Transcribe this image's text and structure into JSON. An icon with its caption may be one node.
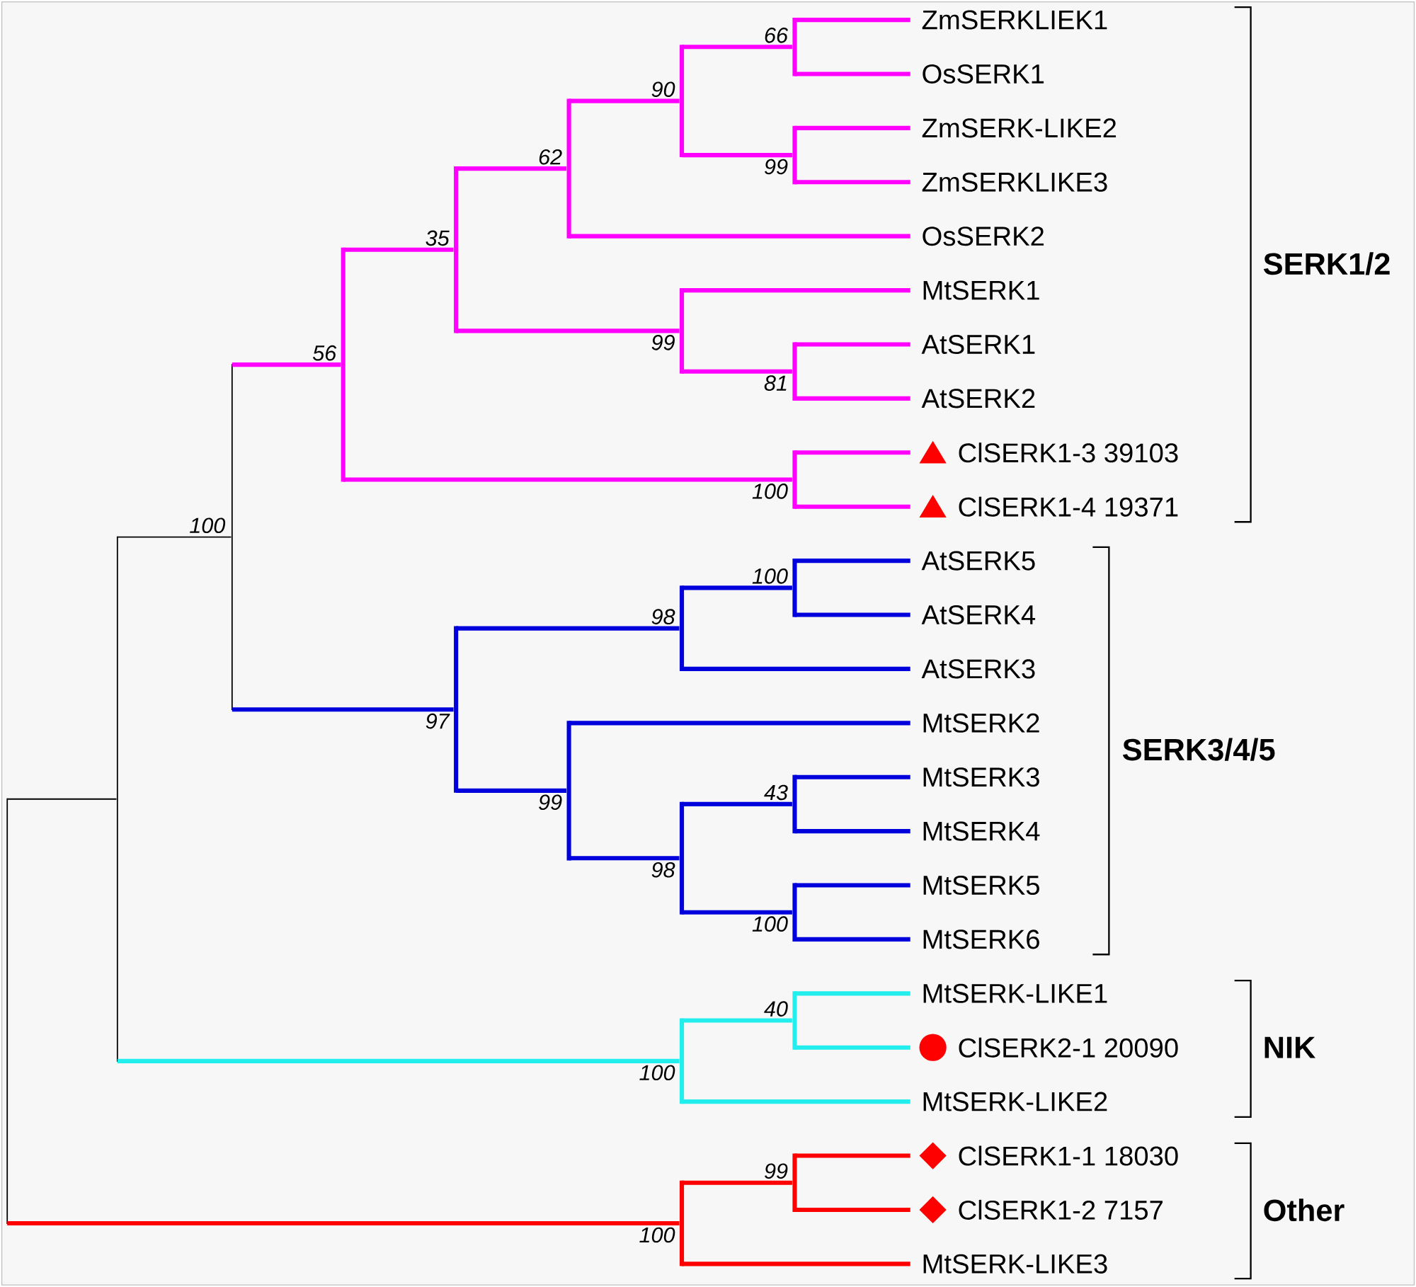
{
  "diagram": {
    "nodes": [
      {
        "text": [
          "ZmSERKLIEK1"
        ]
      },
      {
        "text": [
          "OsSERK1"
        ]
      },
      {
        "text": [
          "ZmSERK-LIKE2"
        ]
      },
      {
        "text": [
          "ZmSERKLIKE3"
        ]
      },
      {
        "text": [
          "OsSERK2"
        ]
      },
      {
        "text": [
          "MtSERK1"
        ]
      },
      {
        "text": [
          "AtSERK1"
        ]
      },
      {
        "text": [
          "AtSERK2"
        ]
      },
      {
        "text": [
          "ClSERK1-3 39103"
        ]
      },
      {
        "text": [
          "ClSERK1-4 19371"
        ]
      },
      {
        "text": [
          "AtSERK5"
        ]
      },
      {
        "text": [
          "AtSERK4"
        ]
      },
      {
        "text": [
          "AtSERK3"
        ]
      },
      {
        "text": [
          "MtSERK2"
        ]
      },
      {
        "text": [
          "MtSERK3"
        ]
      },
      {
        "text": [
          "MtSERK4"
        ]
      },
      {
        "text": [
          "MtSERK5"
        ]
      },
      {
        "text": [
          "MtSERK6"
        ]
      },
      {
        "text": [
          "MtSERK-LIKE1"
        ]
      },
      {
        "text": [
          "ClSERK2-1 20090"
        ]
      },
      {
        "text": [
          "MtSERK-LIKE2"
        ]
      },
      {
        "text": [
          "ClSERK1-1 18030"
        ]
      },
      {
        "text": [
          "ClSERK1-2 7157"
        ]
      },
      {
        "text": [
          "MtSERK-LIKE3"
        ]
      },
      {
        "text": [],
        "shape": "bar"
      },
      {
        "text": [],
        "shape": "bar"
      },
      {
        "text": [],
        "shape": "bar",
        "beside": [
          "100"
        ]
      },
      {
        "text": [],
        "shape": "bar",
        "beside": [
          "56"
        ]
      },
      {
        "text": [],
        "shape": "bar",
        "beside": [
          "35"
        ]
      },
      {
        "text": [],
        "shape": "bar",
        "beside": [
          "62"
        ]
      },
      {
        "text": [],
        "shape": "bar",
        "beside": [
          "90"
        ]
      },
      {
        "text": [],
        "shape": "bar",
        "beside": [
          "66"
        ]
      },
      {
        "text": [],
        "shape": "bar",
        "beside": [
          "99"
        ]
      },
      {
        "text": [],
        "shape": "bar",
        "beside": [
          "99"
        ]
      },
      {
        "text": [],
        "shape": "bar",
        "beside": [
          "81"
        ]
      },
      {
        "text": [],
        "shape": "bar",
        "beside": [
          "100"
        ]
      },
      {
        "text": [],
        "shape": "bar",
        "beside": [
          "97"
        ]
      },
      {
        "text": [],
        "shape": "bar",
        "beside": [
          "98"
        ]
      },
      {
        "text": [],
        "shape": "bar",
        "beside": [
          "100"
        ]
      },
      {
        "text": [],
        "shape": "bar",
        "beside": [
          "99"
        ]
      },
      {
        "text": [],
        "shape": "bar",
        "beside": [
          "98"
        ]
      },
      {
        "text": [],
        "shape": "bar",
        "beside": [
          "43"
        ]
      },
      {
        "text": [],
        "shape": "bar",
        "beside": [
          "100"
        ]
      },
      {
        "text": [],
        "shape": "bar",
        "beside": [
          "100"
        ]
      },
      {
        "text": [],
        "shape": "bar",
        "beside": [
          "40"
        ]
      },
      {
        "text": [],
        "shape": "bar",
        "beside": [
          "100"
        ]
      },
      {
        "text": [],
        "shape": "bar",
        "beside": [
          "99"
        ]
      }
    ],
    "edges": [
      {
        "from": 24,
        "to": 25,
        "arrow": "none",
        "color": "#000000"
      },
      {
        "from": 24,
        "to": 45,
        "arrow": "none",
        "color": "#ff0000"
      },
      {
        "from": 25,
        "to": 26,
        "arrow": "none",
        "color": "#000000"
      },
      {
        "from": 25,
        "to": 43,
        "arrow": "none",
        "color": "#22eeee"
      },
      {
        "from": 26,
        "to": 27,
        "arrow": "none",
        "color": "#ff00ff"
      },
      {
        "from": 26,
        "to": 36,
        "arrow": "none",
        "color": "#0000dd"
      },
      {
        "from": 27,
        "to": 28,
        "arrow": "none",
        "color": "#ff00ff"
      },
      {
        "from": 27,
        "to": 35,
        "arrow": "none",
        "color": "#ff00ff"
      },
      {
        "from": 28,
        "to": 29,
        "arrow": "none",
        "color": "#ff00ff"
      },
      {
        "from": 28,
        "to": 33,
        "arrow": "none",
        "color": "#ff00ff"
      },
      {
        "from": 29,
        "to": 30,
        "arrow": "none",
        "color": "#ff00ff"
      },
      {
        "from": 29,
        "to": 4,
        "arrow": "none",
        "color": "#ff00ff"
      },
      {
        "from": 30,
        "to": 31,
        "arrow": "none",
        "color": "#ff00ff"
      },
      {
        "from": 30,
        "to": 32,
        "arrow": "none",
        "color": "#ff00ff"
      },
      {
        "from": 31,
        "to": 0,
        "arrow": "none",
        "color": "#ff00ff"
      },
      {
        "from": 31,
        "to": 1,
        "arrow": "none",
        "color": "#ff00ff"
      },
      {
        "from": 32,
        "to": 2,
        "arrow": "none",
        "color": "#ff00ff"
      },
      {
        "from": 32,
        "to": 3,
        "arrow": "none",
        "color": "#ff00ff"
      },
      {
        "from": 33,
        "to": 5,
        "arrow": "none",
        "color": "#ff00ff"
      },
      {
        "from": 33,
        "to": 34,
        "arrow": "none",
        "color": "#ff00ff"
      },
      {
        "from": 34,
        "to": 6,
        "arrow": "none",
        "color": "#ff00ff"
      },
      {
        "from": 34,
        "to": 7,
        "arrow": "none",
        "color": "#ff00ff"
      },
      {
        "from": 35,
        "to": 8,
        "arrow": "none",
        "color": "#ff00ff"
      },
      {
        "from": 35,
        "to": 9,
        "arrow": "none",
        "color": "#ff00ff"
      },
      {
        "from": 36,
        "to": 37,
        "arrow": "none",
        "color": "#0000dd"
      },
      {
        "from": 36,
        "to": 39,
        "arrow": "none",
        "color": "#0000dd"
      },
      {
        "from": 37,
        "to": 38,
        "arrow": "none",
        "color": "#0000dd"
      },
      {
        "from": 37,
        "to": 12,
        "arrow": "none",
        "color": "#0000dd"
      },
      {
        "from": 38,
        "to": 10,
        "arrow": "none",
        "color": "#0000dd"
      },
      {
        "from": 38,
        "to": 11,
        "arrow": "none",
        "color": "#0000dd"
      },
      {
        "from": 39,
        "to": 13,
        "arrow": "none",
        "color": "#0000dd"
      },
      {
        "from": 39,
        "to": 40,
        "arrow": "none",
        "color": "#0000dd"
      },
      {
        "from": 40,
        "to": 41,
        "arrow": "none",
        "color": "#0000dd"
      },
      {
        "from": 40,
        "to": 42,
        "arrow": "none",
        "color": "#0000dd"
      },
      {
        "from": 41,
        "to": 14,
        "arrow": "none",
        "color": "#0000dd"
      },
      {
        "from": 41,
        "to": 15,
        "arrow": "none",
        "color": "#0000dd"
      },
      {
        "from": 42,
        "to": 16,
        "arrow": "none",
        "color": "#0000dd"
      },
      {
        "from": 42,
        "to": 17,
        "arrow": "none",
        "color": "#0000dd"
      },
      {
        "from": 43,
        "to": 44,
        "arrow": "none",
        "color": "#22eeee"
      },
      {
        "from": 43,
        "to": 20,
        "arrow": "none",
        "color": "#22eeee"
      },
      {
        "from": 44,
        "to": 18,
        "arrow": "none",
        "color": "#22eeee"
      },
      {
        "from": 44,
        "to": 19,
        "arrow": "none",
        "color": "#22eeee"
      },
      {
        "from": 45,
        "to": 46,
        "arrow": "none",
        "color": "#ff0000"
      },
      {
        "from": 45,
        "to": 23,
        "arrow": "none",
        "color": "#ff0000"
      },
      {
        "from": 46,
        "to": 21,
        "arrow": "none",
        "color": "#ff0000"
      },
      {
        "from": 46,
        "to": 22,
        "arrow": "none",
        "color": "#ff0000"
      }
    ],
    "labels": [
      "SERK1/2",
      "SERK3/4/5",
      "NIK",
      "Other"
    ]
  }
}
